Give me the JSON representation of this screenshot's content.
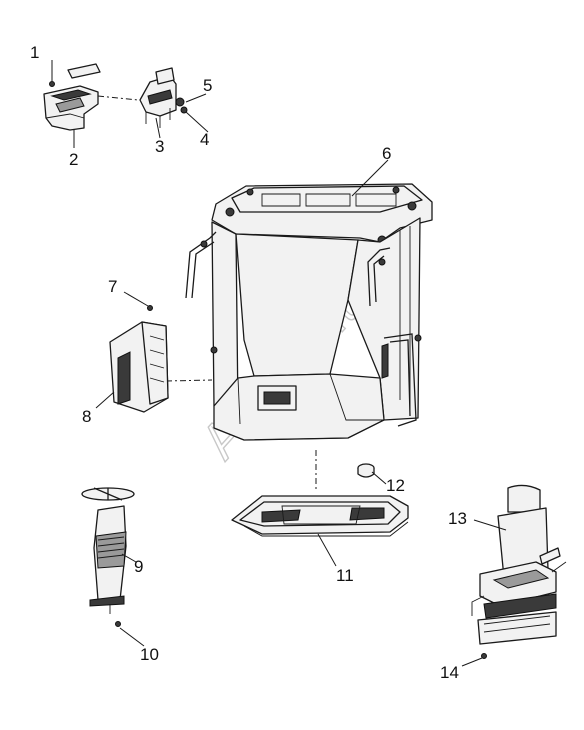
{
  "watermark": "AutoSoft",
  "callouts": [
    {
      "id": "1",
      "label": "1"
    },
    {
      "id": "2",
      "label": "2"
    },
    {
      "id": "3",
      "label": "3"
    },
    {
      "id": "4",
      "label": "4"
    },
    {
      "id": "5",
      "label": "5"
    },
    {
      "id": "6",
      "label": "6"
    },
    {
      "id": "7",
      "label": "7"
    },
    {
      "id": "8",
      "label": "8"
    },
    {
      "id": "9",
      "label": "9"
    },
    {
      "id": "10",
      "label": "10"
    },
    {
      "id": "11",
      "label": "11"
    },
    {
      "id": "12",
      "label": "12"
    },
    {
      "id": "13",
      "label": "13"
    },
    {
      "id": "14",
      "label": "14"
    }
  ]
}
